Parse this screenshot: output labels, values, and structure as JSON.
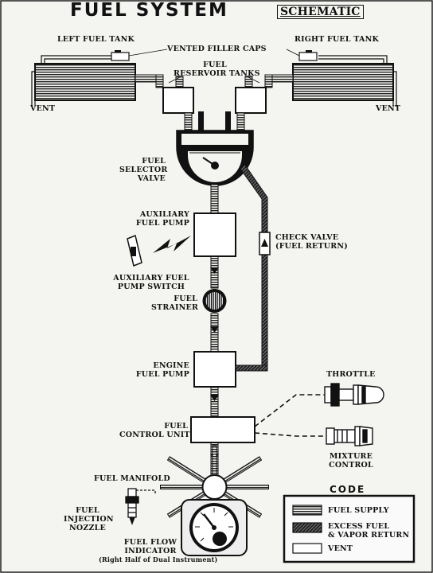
{
  "title": "FUEL SYSTEM",
  "subtitle": "SCHEMATIC",
  "labels": {
    "left_fuel_tank": "LEFT FUEL TANK",
    "right_fuel_tank": "RIGHT FUEL TANK",
    "vented_filler_caps": "VENTED FILLER CAPS",
    "fuel_reservoir_tanks": [
      "FUEL",
      "RESERVOIR TANKS"
    ],
    "vent_left": "VENT",
    "vent_right": "VENT",
    "fuel_selector_valve": [
      "FUEL",
      "SELECTOR",
      "VALVE"
    ],
    "auxiliary_fuel_pump": [
      "AUXILIARY",
      "FUEL PUMP"
    ],
    "check_valve": [
      "CHECK VALVE",
      "(FUEL RETURN)"
    ],
    "auxiliary_fuel_pump_switch": [
      "AUXILIARY FUEL",
      "PUMP SWITCH"
    ],
    "fuel_strainer": [
      "FUEL",
      "STRAINER"
    ],
    "engine_fuel_pump": [
      "ENGINE",
      "FUEL PUMP"
    ],
    "throttle": "THROTTLE",
    "fuel_control_unit": [
      "FUEL",
      "CONTROL UNIT"
    ],
    "mixture_control": [
      "MIXTURE",
      "CONTROL"
    ],
    "fuel_manifold": "FUEL MANIFOLD",
    "fuel_injection_nozzle": [
      "FUEL",
      "INJECTION",
      "NOZZLE"
    ],
    "fuel_flow_indicator": [
      "FUEL FLOW",
      "INDICATOR",
      "(Right Half of Dual Instrument)"
    ]
  },
  "code": {
    "title": "CODE",
    "items": [
      {
        "label": [
          "FUEL SUPPLY"
        ]
      },
      {
        "label": [
          "EXCESS FUEL",
          "& VAPOR RETURN"
        ]
      },
      {
        "label": [
          "VENT"
        ]
      }
    ]
  }
}
